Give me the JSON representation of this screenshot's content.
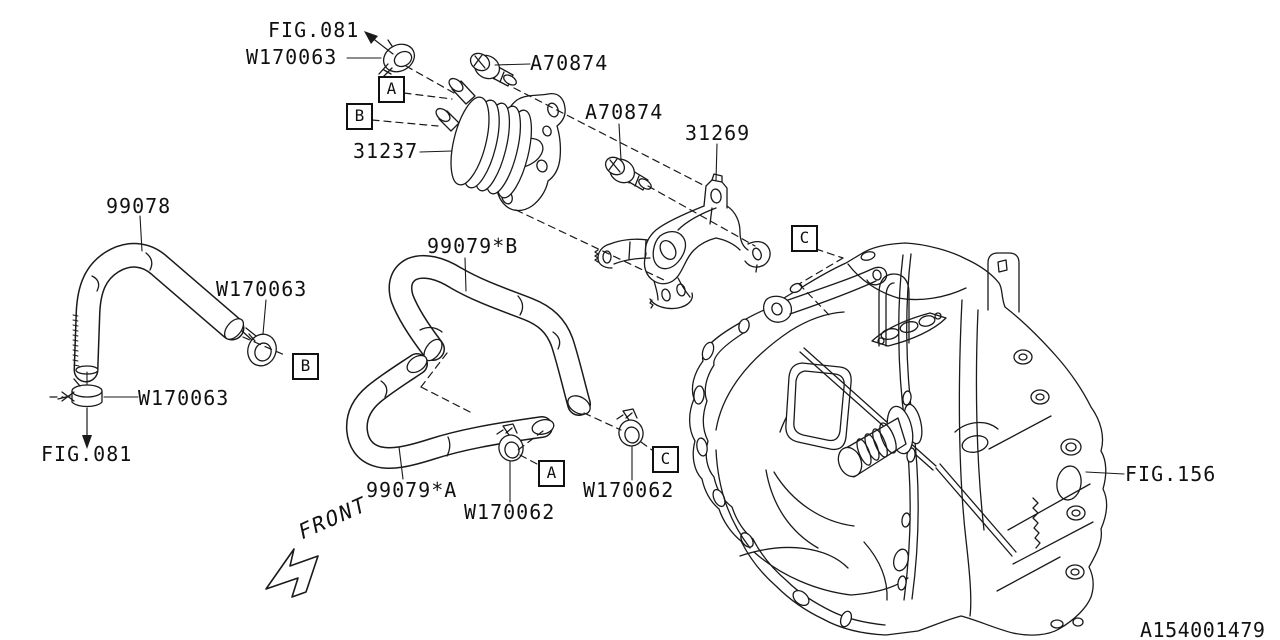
{
  "diagram": {
    "drawing_number": "A154001479",
    "orientation_label": "FRONT",
    "colors": {
      "line": "#1a1a1a",
      "background": "#ffffff"
    }
  },
  "figure_refs": {
    "top_left": "FIG.081",
    "bottom_left": "FIG.081",
    "case_ref": "FIG.156"
  },
  "callouts": {
    "a": "A",
    "b": "B",
    "c": "C"
  },
  "labels": {
    "hose_left": "99078",
    "hose_upper": "99079*B",
    "hose_lower": "99079*A",
    "oil_cooler": "31237",
    "bracket": "31269",
    "bolt_top": "A70874",
    "bolt_mid": "A70874",
    "clamp_top": "W170063",
    "clamp_mid": "W170063",
    "clamp_bottom": "W170063",
    "clamp_small_left": "W170062",
    "clamp_small_right": "W170062"
  }
}
